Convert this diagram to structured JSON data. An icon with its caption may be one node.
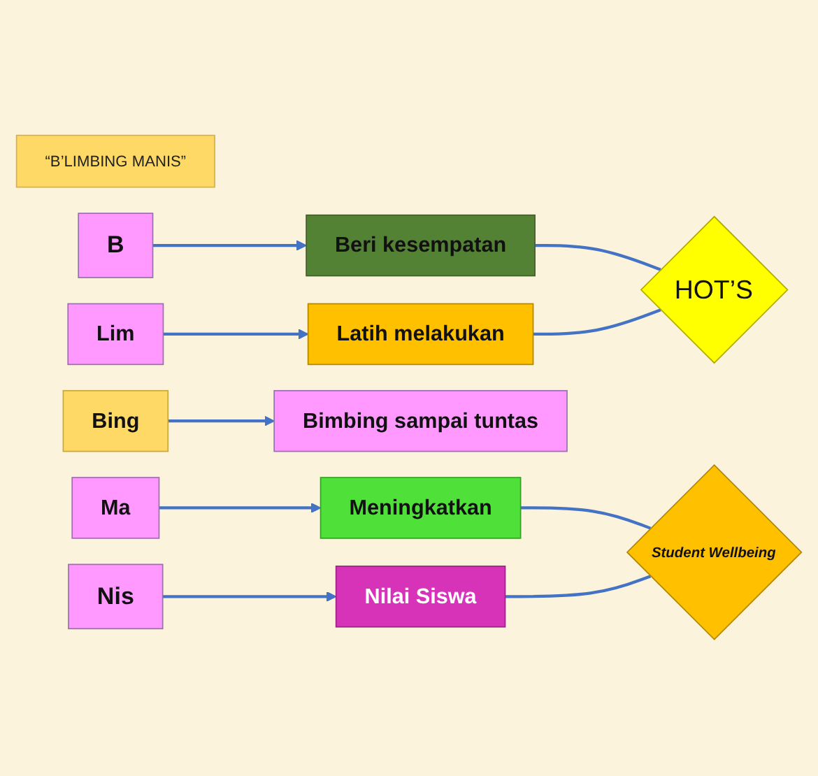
{
  "diagram": {
    "nodes": [
      {
        "text": [
          "“B’LIMBING MANIS”"
        ]
      },
      {
        "text": [
          "B"
        ]
      },
      {
        "text": [
          "Beri kesempatan"
        ]
      },
      {
        "text": [
          "Lim"
        ]
      },
      {
        "text": [
          "Latih melakukan"
        ]
      },
      {
        "text": [
          "Bing"
        ]
      },
      {
        "text": [
          "Bimbing sampai tuntas"
        ]
      },
      {
        "text": [
          "Ma"
        ]
      },
      {
        "text": [
          "Meningkatkan"
        ]
      },
      {
        "text": [
          "Nis"
        ]
      },
      {
        "text": [
          "Nilai Siswa"
        ]
      },
      {
        "text": [
          "HOT’S"
        ]
      },
      {
        "text": [
          "Student Wellbeing"
        ]
      }
    ],
    "edges": [
      {
        "from": 1,
        "to": 2,
        "arrow": "to"
      },
      {
        "from": 3,
        "to": 4,
        "arrow": "to"
      },
      {
        "from": 5,
        "to": 6,
        "arrow": "to"
      },
      {
        "from": 7,
        "to": 8,
        "arrow": "to"
      },
      {
        "from": 9,
        "to": 10,
        "arrow": "to"
      },
      {
        "from": 2,
        "to": 11,
        "arrow": "none"
      },
      {
        "from": 4,
        "to": 11,
        "arrow": "none"
      },
      {
        "from": 8,
        "to": 12,
        "arrow": "none"
      },
      {
        "from": 10,
        "to": 12,
        "arrow": "none"
      }
    ]
  }
}
